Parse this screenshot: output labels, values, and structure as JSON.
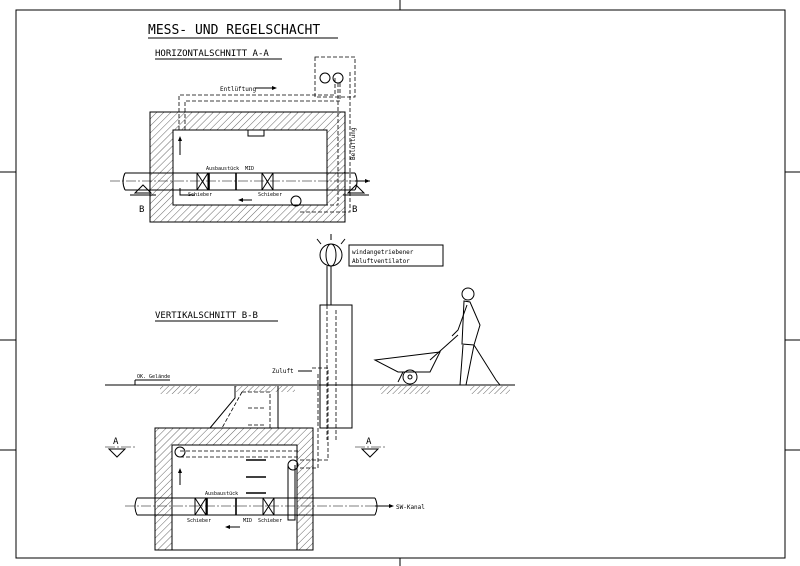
{
  "title": "MESS- UND REGELSCHACHT",
  "horizontal": {
    "heading": "HORIZONTALSCHNITT A-A",
    "entlueftung": "Entlüftung",
    "belueftung": "Belüftung",
    "ausbaustueck": "Ausbaustück",
    "mid": "MID",
    "schieber_left": "Schieber",
    "schieber_right": "Schieber",
    "section_left": "B",
    "section_right": "B"
  },
  "fan_label": {
    "line1": "windangetriebener",
    "line2": "Abluftventilator"
  },
  "vertical": {
    "heading": "VERTIKALSCHNITT B-B",
    "zuluft": "Zuluft",
    "ground": "OK. Gelände",
    "section_left": "A",
    "section_right": "A",
    "outlet": "SW-Kanal",
    "ausbaustueck": "Ausbaustück",
    "mid": "MID",
    "schieber_left": "Schieber",
    "schieber_right": "Schieber"
  }
}
